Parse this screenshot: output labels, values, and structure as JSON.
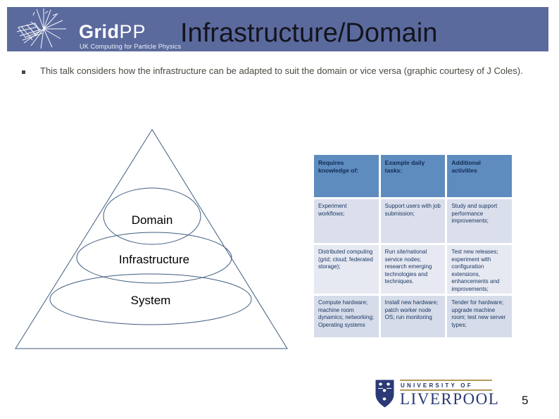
{
  "header": {
    "logo": {
      "brand_bold": "Grid",
      "brand_light": "PP",
      "tagline": "UK Computing for Particle Physics"
    },
    "title": "Infrastructure/Domain"
  },
  "bullet": {
    "text": "This talk considers how the infrastructure can be adapted to suit the domain or vice versa (graphic courtesy of J Coles)."
  },
  "pyramid": {
    "levels": [
      "Domain",
      "Infrastructure",
      "System"
    ]
  },
  "table": {
    "headers": [
      "Requires knowledge of:",
      "Example daily tasks:",
      "Additional activities"
    ],
    "rows": [
      {
        "cells": [
          "Experiment workflows;",
          "Support users with job submission;",
          "Study and support performance improvements;"
        ]
      },
      {
        "cells": [
          "Distributed computing (grid; cloud; federated storage);",
          "Run site/national service nodes; research emerging technologies and techniques.",
          "Test new releases; experiment with configuration extensions, enhancements and improvements;"
        ]
      },
      {
        "cells": [
          "Compute hardware; machine room dynamics; networking; Operating systems",
          "Install new hardware; patch worker node OS; run monitoring",
          "Tender for hardware; upgrade machine room; test new server types;"
        ]
      }
    ]
  },
  "footer": {
    "university_small": "UNIVERSITY OF",
    "university_large": "LIVERPOOL",
    "page_number": "5"
  },
  "colors": {
    "header_bar": "#5b6a9d",
    "title_text": "#14141f",
    "body_text": "#4b4840",
    "table_header_bg": "#5f8cbe",
    "table_header_text": "#0f2b57",
    "table_cell_text": "#1b3763",
    "table_row_a": "#dadfeb",
    "table_row_b": "#e6e9f2",
    "table_row_c": "#d6dce9",
    "diagram_stroke": "#3f5d80",
    "liverpool_navy": "#2b3a76",
    "liverpool_gold": "#b49b5e"
  }
}
